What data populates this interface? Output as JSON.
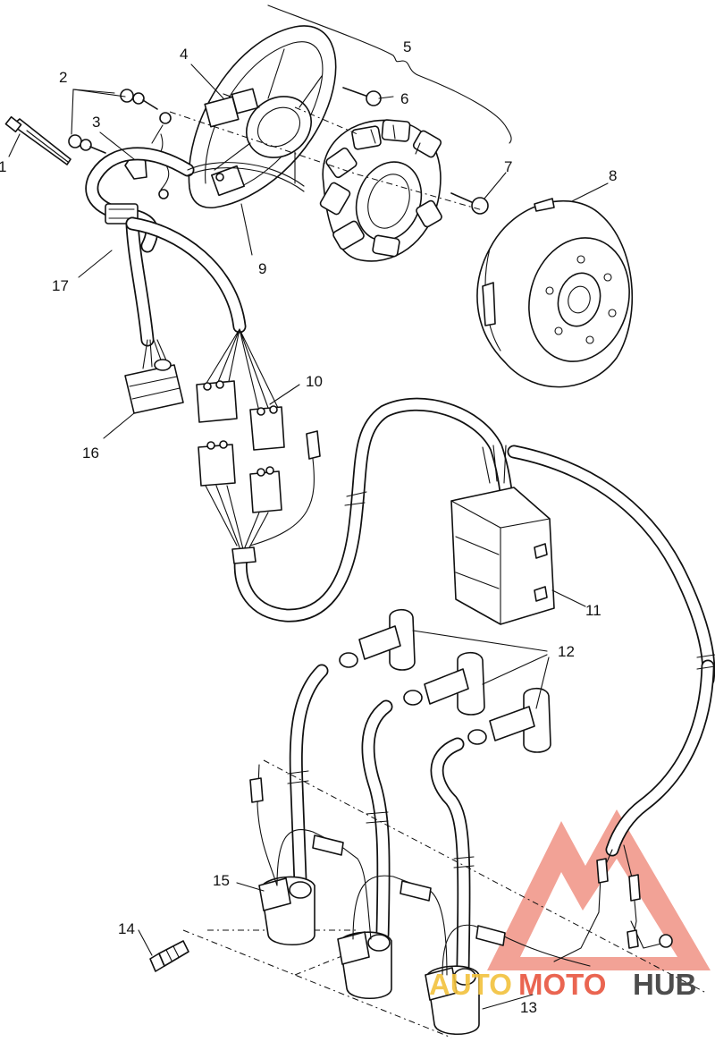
{
  "callouts": [
    "1",
    "2",
    "3",
    "4",
    "5",
    "6",
    "7",
    "8",
    "9",
    "10",
    "11",
    "12",
    "13",
    "14",
    "15",
    "16",
    "17"
  ],
  "watermark": {
    "word_a": "AUTO",
    "word_b": "MOTO",
    "word_c": "HUB",
    "colors": {
      "a": "#f2c23d",
      "b": "#e8553f",
      "c": "#3a3a3a",
      "logo": "#e8553f"
    }
  }
}
